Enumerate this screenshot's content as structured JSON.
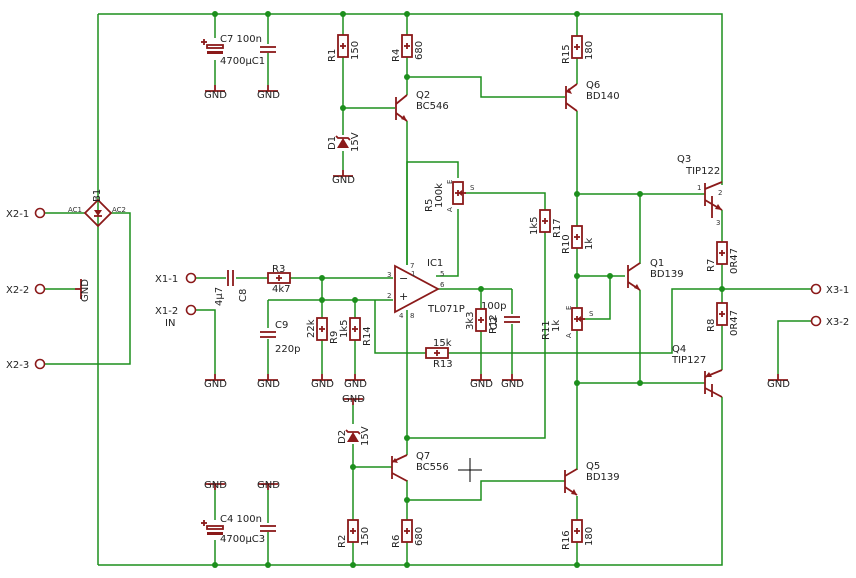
{
  "labels": {
    "R1": "R1",
    "R1_val": "150",
    "R2": "R2",
    "R2_val": "150",
    "R3": "R3",
    "R3_val": "4k7",
    "R4": "R4",
    "R4_val": "680",
    "R5": "R5",
    "R5_val": "100k",
    "R6": "R6",
    "R6_val": "680",
    "R7": "R7",
    "R7_val": "0R47",
    "R8": "R8",
    "R8_val": "0R47",
    "R9": "R9",
    "R9_val": "22k",
    "R10": "R10",
    "R10_val": "1k",
    "R11": "R11",
    "R11_val": "1k",
    "R12": "R12",
    "R12_val": "3k3",
    "R13": "R13",
    "R13_val": "15k",
    "R14": "R14",
    "R14_val": "1k5",
    "R15": "R15",
    "R15_val": "180",
    "R16": "R16",
    "R16_val": "180",
    "R17": "R17",
    "R17_val": "1k5",
    "C2": "C2",
    "C2_val": "100p",
    "C8": "C8",
    "C8_val": "4µ7",
    "C9": "C9",
    "C9_val": "220p",
    "C1_val": "4700µC1",
    "C3_val": "4700µC3",
    "C7": "C7 100n",
    "C4": "C4 100n",
    "D1": "D1",
    "D1_val": "15V",
    "D2": "D2",
    "D2_val": "15V",
    "Q1": "Q1",
    "Q1_val": "BD139",
    "Q2": "Q2",
    "Q2_val": "BC546",
    "Q3": "Q3",
    "Q3_val": "TIP122",
    "Q4": "Q4",
    "Q4_val": "TIP127",
    "Q5": "Q5",
    "Q5_val": "BD139",
    "Q6": "Q6",
    "Q6_val": "BD140",
    "Q7": "Q7",
    "Q7_val": "BC556",
    "IC1": "IC1",
    "IC1_val": "TL071P",
    "B1": "B1",
    "AC1": "AC1",
    "AC2": "AC2",
    "X1_1": "X1-1",
    "X1_2": "X1-2",
    "IN": "IN",
    "X2_1": "X2-1",
    "X2_2": "X2-2",
    "X2_3": "X2-3",
    "X3_1": "X3-1",
    "X3_2": "X3-2",
    "GND": "GND",
    "pot_A": "A",
    "pot_E": "E",
    "pot_S": "S",
    "pin_1": "1",
    "pin_2": "2",
    "pin_3": "3",
    "pin_4": "4",
    "pin_5": "5",
    "pin_6": "6",
    "pin_7": "7",
    "pin_8": "8"
  },
  "colors": {
    "wire": "#1d8f1d",
    "component": "#8b1a1a",
    "text": "#222222",
    "background": "#ffffff"
  }
}
